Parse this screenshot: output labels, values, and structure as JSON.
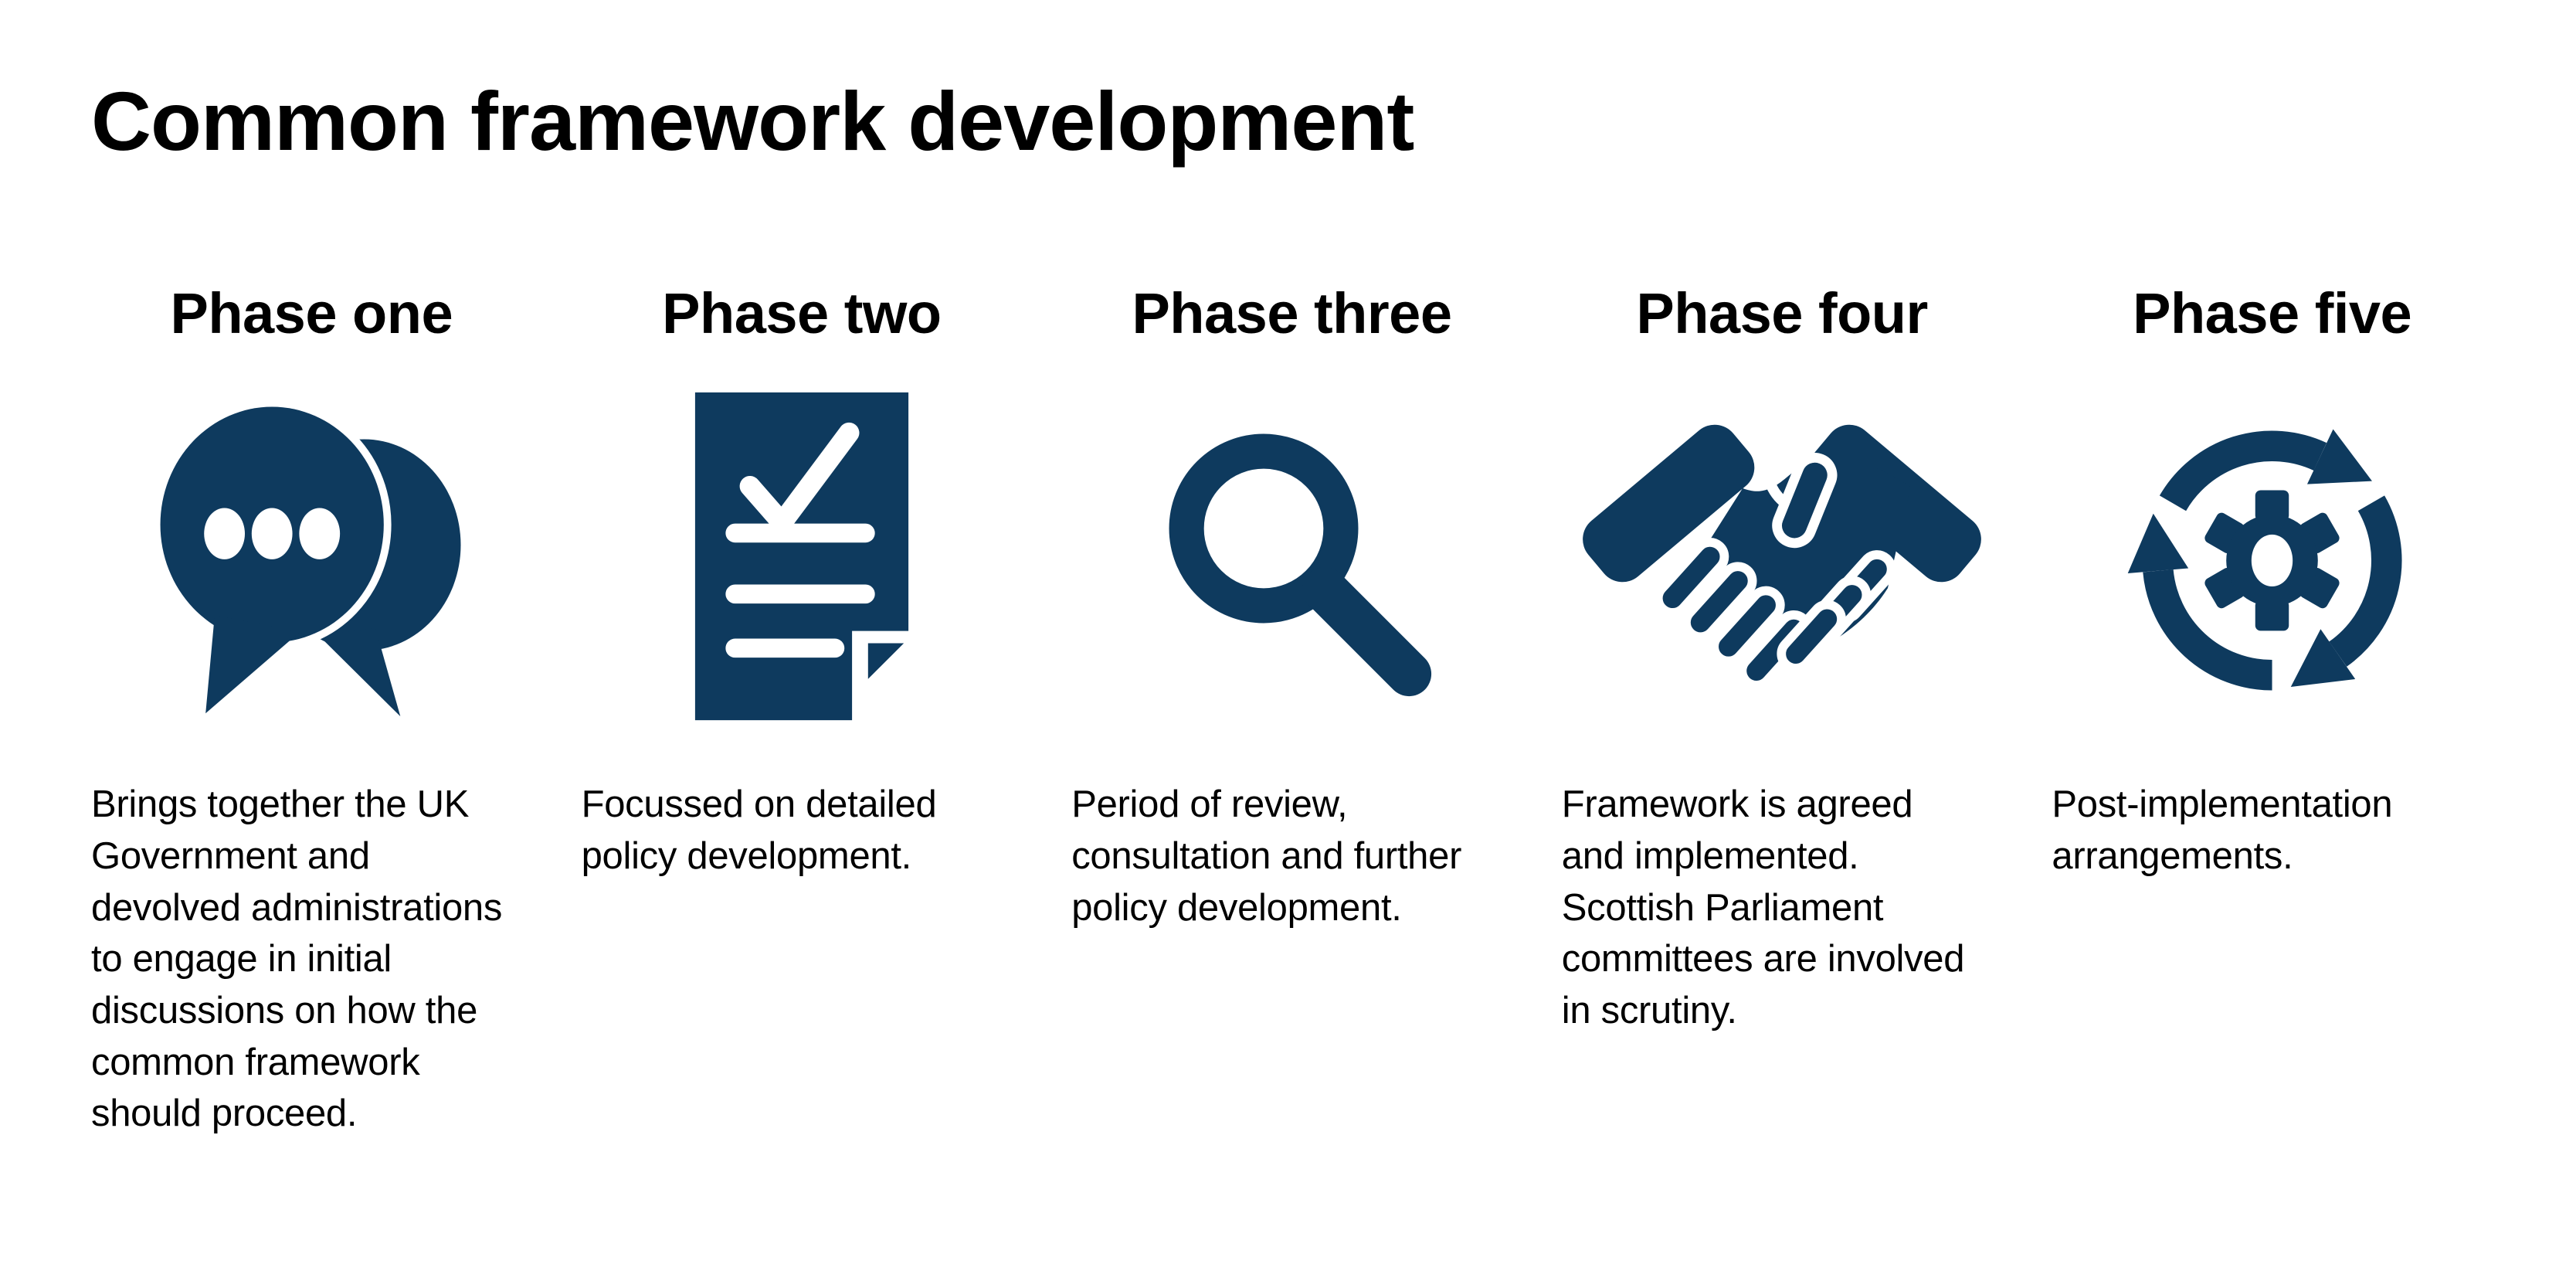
{
  "page": {
    "title": "Common framework development",
    "background_color": "#ffffff",
    "accent_color": "#0E3A5E",
    "text_color": "#000000"
  },
  "phases": [
    {
      "label": "Phase one",
      "icon": "speech-bubbles-icon",
      "description": "Brings together the UK\nGovernment and\ndevolved administrations\nto engage in initial\ndiscussions on how the\ncommon framework\nshould proceed."
    },
    {
      "label": "Phase two",
      "icon": "document-check-icon",
      "description": "Focussed on detailed\npolicy development."
    },
    {
      "label": "Phase three",
      "icon": "magnifying-glass-icon",
      "description": "Period of review,\nconsultation and further\npolicy development."
    },
    {
      "label": "Phase four",
      "icon": "handshake-icon",
      "description": "Framework is agreed\nand implemented.\nScottish Parliament\ncommittees are involved\nin scrutiny."
    },
    {
      "label": "Phase five",
      "icon": "cycle-gear-icon",
      "description": "Post-implementation\narrangements."
    }
  ]
}
